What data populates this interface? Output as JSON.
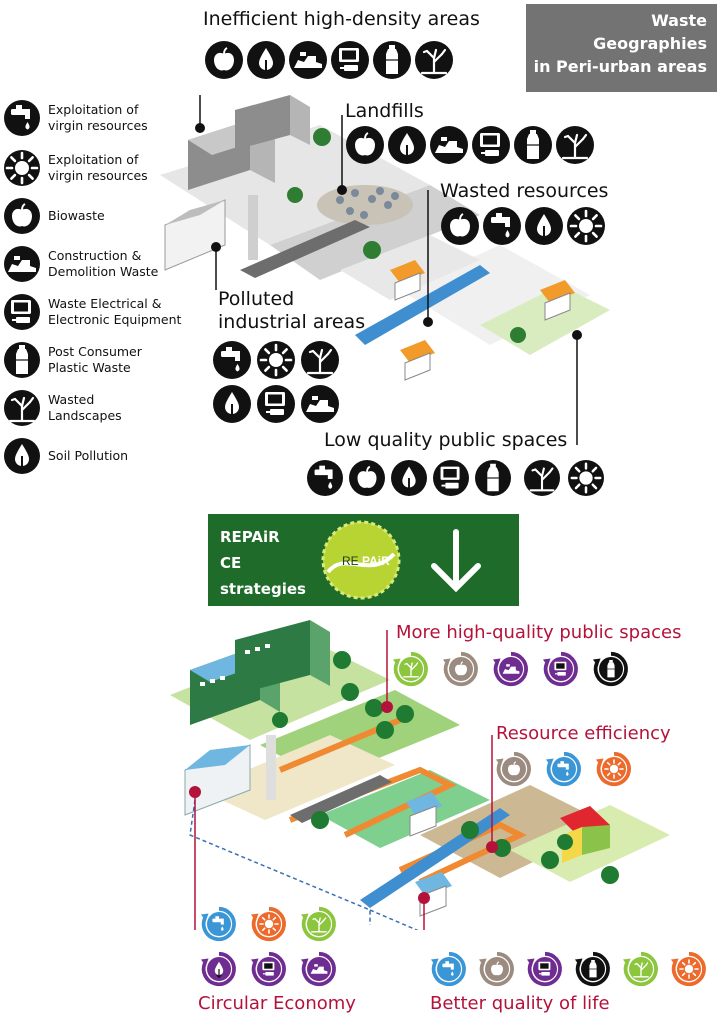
{
  "header": {
    "line1": "Waste",
    "line2": "Geographies",
    "line3": "in Peri-urban areas"
  },
  "legend": [
    {
      "icon": "tap-drop-icon",
      "line1": "Exploitation of",
      "line2": "virgin resources"
    },
    {
      "icon": "sun-icon",
      "line1": "Exploitation of",
      "line2": "virgin resources"
    },
    {
      "icon": "apple-icon",
      "line1": "Biowaste",
      "line2": ""
    },
    {
      "icon": "construction-debris-icon",
      "line1": "Construction &",
      "line2": "Demolition Waste"
    },
    {
      "icon": "computer-icon",
      "line1": "Waste Electrical &",
      "line2": "Electronic Equipment"
    },
    {
      "icon": "plastic-bottle-icon",
      "line1": "Post Consumer",
      "line2": "Plastic Waste"
    },
    {
      "icon": "dead-tree-icon",
      "line1": "Wasted",
      "line2": "Landscapes"
    },
    {
      "icon": "soil-drop-icon",
      "line1": "Soil Pollution",
      "line2": ""
    }
  ],
  "top_labels": {
    "inefficient": "Inefficient high-density areas",
    "landfills": "Landfills",
    "wasted_resources": "Wasted resources",
    "polluted_1": "Polluted",
    "polluted_2": "industrial areas",
    "low_quality": "Low quality public spaces"
  },
  "repair": {
    "line1": "REPAiR",
    "line2": "CE",
    "line3": "strategies",
    "logo_re": "RE",
    "logo_pair": "PAiR"
  },
  "bottom_labels": {
    "public_spaces": "More high-quality public spaces",
    "resource_efficiency": "Resource efficiency",
    "circular_economy": "Circular Economy",
    "quality_of_life": "Better quality of life"
  },
  "colors": {
    "header_bg": "#737373",
    "repair_bg": "#1f6b2a",
    "accent_red": "#b5123b",
    "icon_blue": "#3a96d6",
    "icon_orange": "#ec6a2c",
    "icon_green": "#8cc63f",
    "icon_brown": "#9c8b80",
    "icon_purple": "#6f2c91",
    "icon_black": "#111111"
  }
}
